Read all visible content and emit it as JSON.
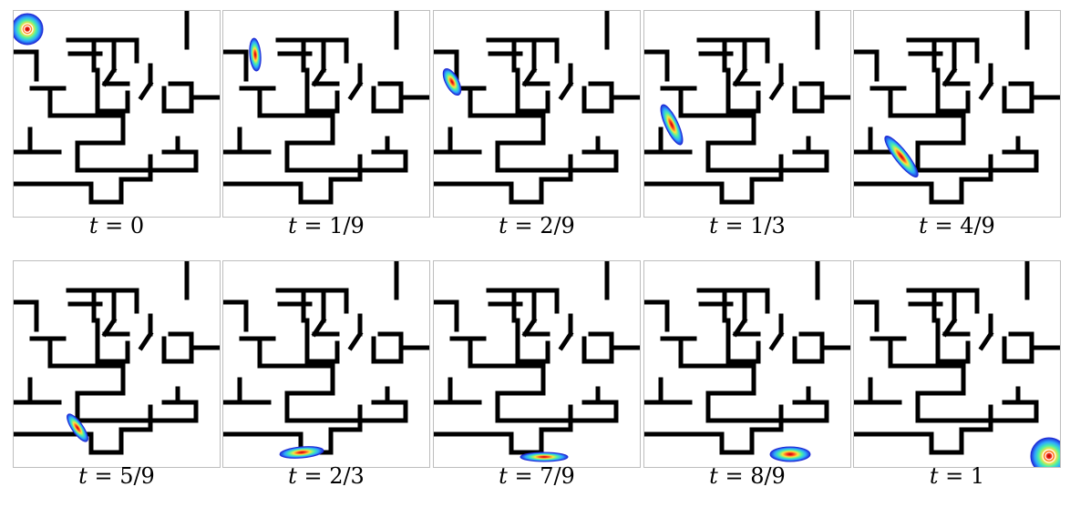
{
  "panels": [
    {
      "label": "t = 0",
      "t_var": "t",
      "t_value": "0",
      "blob": "start"
    },
    {
      "label": "t = 1/9",
      "t_var": "t",
      "t_value": "1/9",
      "blob": "p1"
    },
    {
      "label": "t = 2/9",
      "t_var": "t",
      "t_value": "2/9",
      "blob": "p2"
    },
    {
      "label": "t = 1/3",
      "t_var": "t",
      "t_value": "1/3",
      "blob": "p3"
    },
    {
      "label": "t = 4/9",
      "t_var": "t",
      "t_value": "4/9",
      "blob": "p4"
    },
    {
      "label": "t = 5/9",
      "t_var": "t",
      "t_value": "5/9",
      "blob": "p5"
    },
    {
      "label": "t = 2/3",
      "t_var": "t",
      "t_value": "2/3",
      "blob": "p6"
    },
    {
      "label": "t = 7/9",
      "t_var": "t",
      "t_value": "7/9",
      "blob": "p7"
    },
    {
      "label": "t = 8/9",
      "t_var": "t",
      "t_value": "8/9",
      "blob": "p8"
    },
    {
      "label": "t = 1",
      "t_var": "t",
      "t_value": "1",
      "blob": "end"
    }
  ],
  "colors": {
    "wall": "#000000",
    "border": "#bdbdbd",
    "heat_outer": "#1f2ad6",
    "heat_mid1": "#2ea7ff",
    "heat_mid2": "#49f0a8",
    "heat_mid3": "#ffe43b",
    "heat_inner": "#ff3b1f",
    "heat_core": "#b80000"
  }
}
